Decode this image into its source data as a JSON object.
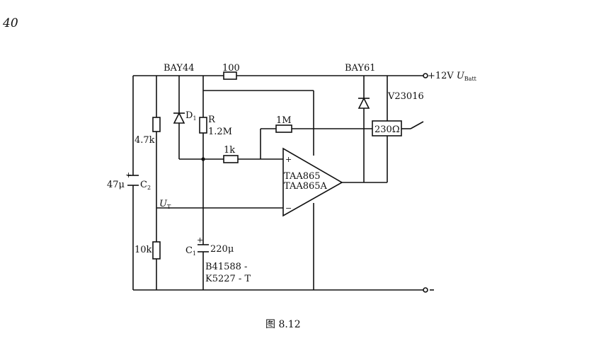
{
  "page_number": "40",
  "caption": "图 8.12",
  "labels": {
    "bay44": "BAY44",
    "r100": "100",
    "bay61": "BAY61",
    "supply": "+12V",
    "supply_symbol": "U",
    "supply_sub": "Batt",
    "relay": "V23016",
    "d1": "D",
    "d1_sub": "1",
    "r": "R",
    "r_val": "1.2M",
    "r1m": "1M",
    "relay_coil": "230Ω",
    "r47": "4.7k",
    "r1k": "1k",
    "plus": "+",
    "minus": "−",
    "opamp_line1": "TAA865",
    "opamp_line2": "TAA865A",
    "c2_val": "47μ",
    "c2": "C",
    "c2_sub": "2",
    "ut": "U",
    "ut_sub": "T",
    "r10k": "10k",
    "c1": "C",
    "c1_sub": "1",
    "c1_val": "220μ",
    "part1": "B41588 -",
    "part2": "K5227  - T",
    "cap_plus": "+"
  }
}
